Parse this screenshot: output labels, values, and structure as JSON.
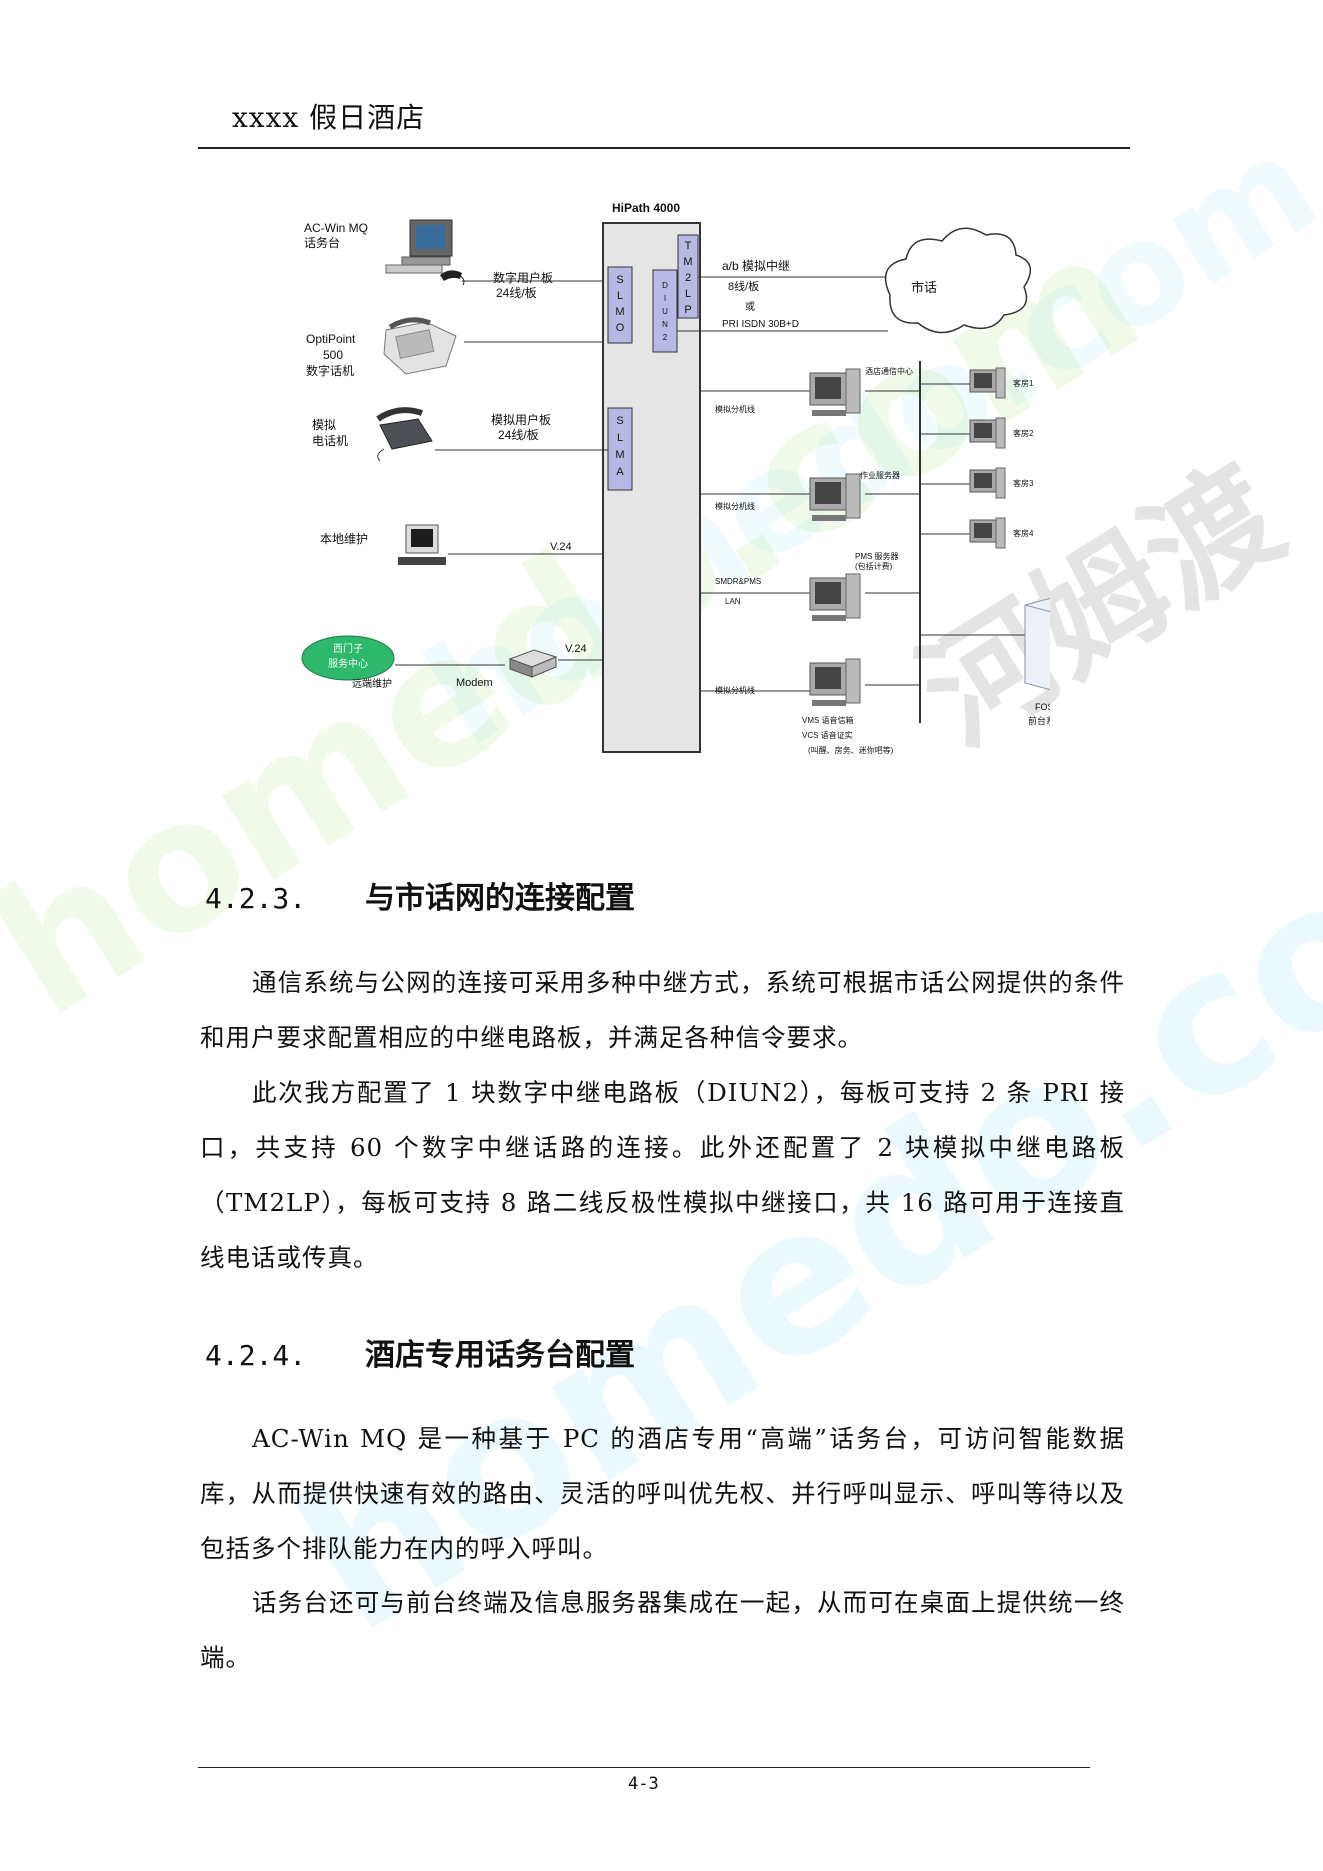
{
  "header": {
    "title": "xxxx 假日酒店"
  },
  "watermarks": [
    "homedo.com",
    "homedo.com",
    "homedo.com",
    "河姆渡"
  ],
  "diagram": {
    "system_title": "HiPath 4000",
    "cards": {
      "slmo": [
        "S",
        "L",
        "M",
        "O"
      ],
      "slma": [
        "S",
        "L",
        "M",
        "A"
      ],
      "diun2": [
        "D",
        "I",
        "U",
        "N",
        "2"
      ],
      "tm2lp": [
        "T",
        "M",
        "2",
        "L",
        "P"
      ]
    },
    "left_devices": {
      "acwin": [
        "AC-Win MQ",
        "话务台"
      ],
      "optipoint": [
        "OptiPoint",
        "500",
        "数字话机"
      ],
      "analog_phone": [
        "模拟",
        "电话机"
      ],
      "local_maint": "本地维护",
      "service_center": [
        "西门子",
        "服务中心"
      ],
      "remote_maint": "远端维护",
      "modem": "Modem"
    },
    "labels": {
      "digital_board": [
        "数字用户板",
        "24线/板"
      ],
      "analog_board": [
        "模拟用户板",
        "24线/板"
      ],
      "v24_a": "V.24",
      "v24_b": "V.24",
      "ab_trunk": "a/b 模拟中继",
      "ab_trunk_lines": "8线/板",
      "or": "或",
      "pri": "PRI ISDN 30B+D",
      "cloud": "市话"
    },
    "right_devices": {
      "ext1": "模拟分机线",
      "ext2": "模拟分机线",
      "smdr_pms": "SMDR&PMS",
      "lan": "LAN",
      "ext3": "模拟分机线",
      "hotel_comm": "酒店通信中心",
      "job_server": "作业服务器",
      "pms_server": [
        "PMS 服务器",
        "(包括计费)"
      ],
      "vms_vcs": [
        "VMS 语音信箱",
        "VCS 语音证实",
        "(叫醒、房务、迷你吧等)"
      ],
      "guest_rooms": [
        "客房1",
        "客房2",
        "客房3",
        "客房4"
      ],
      "fos": [
        "FOS",
        "前台系统"
      ]
    }
  },
  "section1": {
    "number": "4.2.3.",
    "title": "与市话网的连接配置",
    "paragraphs": [
      "通信系统与公网的连接可采用多种中继方式，系统可根据市话公网提供的条件和用户要求配置相应的中继电路板，并满足各种信令要求。",
      "此次我方配置了 1 块数字中继电路板（DIUN2），每板可支持 2 条 PRI 接口，共支持 60 个数字中继话路的连接。此外还配置了 2 块模拟中继电路板（TM2LP），每板可支持 8 路二线反极性模拟中继接口，共 16 路可用于连接直线电话或传真。"
    ]
  },
  "section2": {
    "number": "4.2.4.",
    "title": "酒店专用话务台配置",
    "paragraphs": [
      "AC-Win MQ 是一种基于 PC 的酒店专用“高端”话务台，可访问智能数据库，从而提供快速有效的路由、灵活的呼叫优先权、并行呼叫显示、呼叫等待以及包括多个排队能力在内的呼入呼叫。",
      "话务台还可与前台终端及信息服务器集成在一起，从而可在桌面上提供统一终端。"
    ]
  },
  "footer": {
    "page": "4-3"
  }
}
